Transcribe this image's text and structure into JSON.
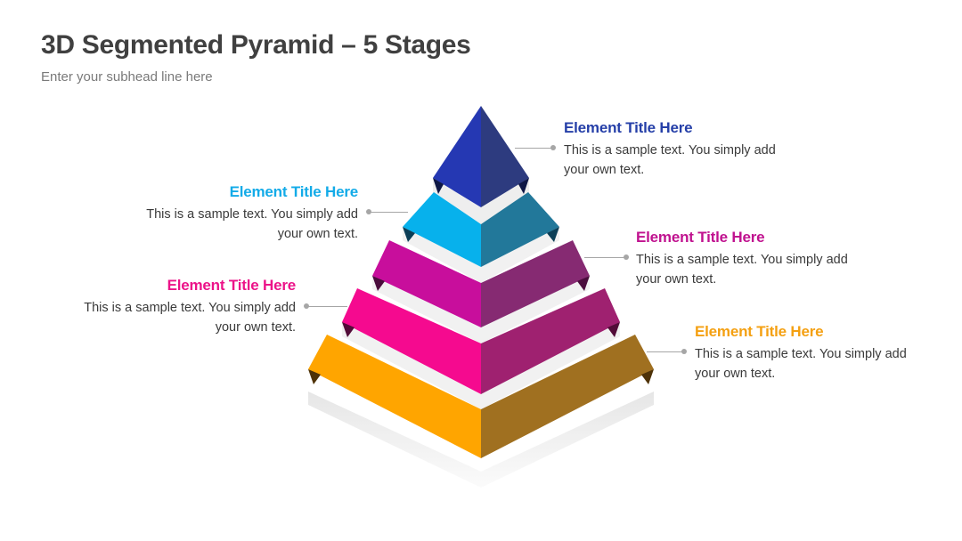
{
  "title": "3D Segmented Pyramid – 5 Stages",
  "subtitle": "Enter your subhead line here",
  "stages": [
    {
      "title": "Element Title Here",
      "body": "This is a sample text. You simply add your own text.",
      "color": "#2538B3",
      "dark": "#2D3B7F"
    },
    {
      "title": "Element Title Here",
      "body": "This is a sample text. You simply add your own text.",
      "color": "#07B1EC",
      "dark": "#22789A"
    },
    {
      "title": "Element Title Here",
      "body": "This is a sample text. You simply add your own text.",
      "color": "#C80E9C",
      "dark": "#862A72"
    },
    {
      "title": "Element Title Here",
      "body": "This is a sample text. You simply add your own text.",
      "color": "#F50A8F",
      "dark": "#9F2170"
    },
    {
      "title": "Element Title Here",
      "body": "This is a sample text. You simply add your own text.",
      "color": "#FFA500",
      "dark": "#A07020"
    }
  ],
  "label_colors": [
    "#253FA8",
    "#13ABE8",
    "#C0128F",
    "#EC1389",
    "#F4A012"
  ]
}
